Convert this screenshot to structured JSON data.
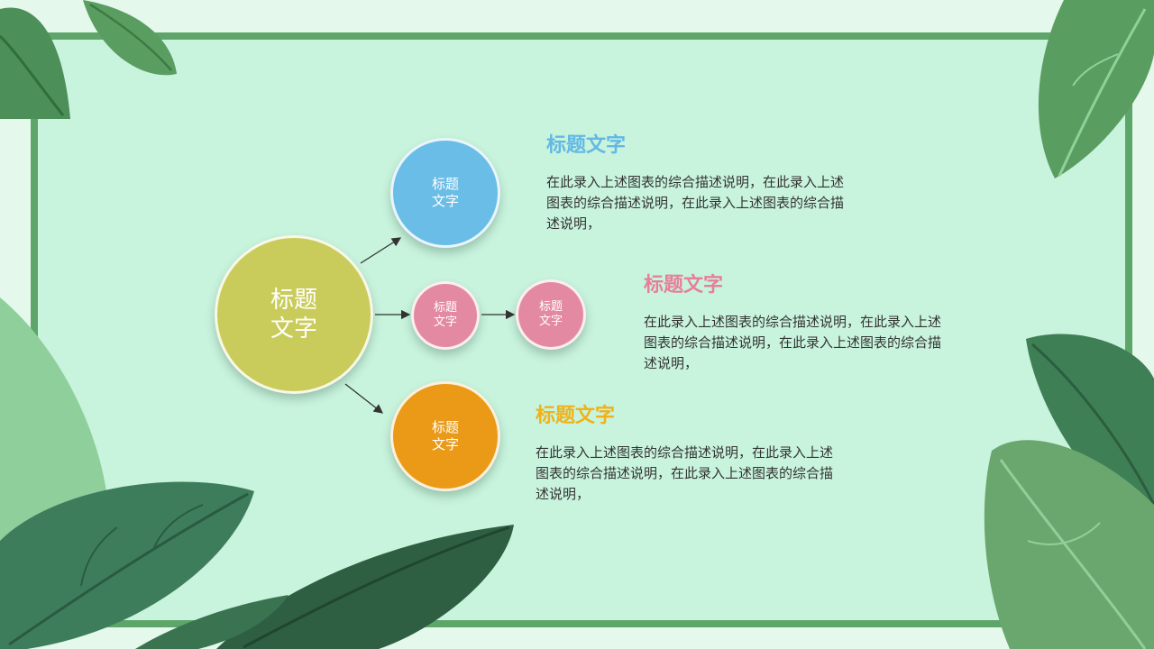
{
  "diagram": {
    "center_node": {
      "label": "标题\n文字",
      "color": "#c9cc5b"
    },
    "top_node": {
      "label": "标题\n文字",
      "color": "#6abde6"
    },
    "middle_node_1": {
      "label": "标题\n文字",
      "color": "#e38aa2"
    },
    "middle_node_2": {
      "label": "标题\n文字",
      "color": "#e38aa2"
    },
    "bottom_node": {
      "label": "标题\n文字",
      "color": "#ea9a17"
    }
  },
  "blocks": [
    {
      "heading": "标题文字",
      "color": "#63b8e4",
      "description": "在此录入上述图表的综合描述说明，在此录入上述图表的综合描述说明，在此录入上述图表的综合描述说明，"
    },
    {
      "heading": "标题文字",
      "color": "#e5809c",
      "description": "在此录入上述图表的综合描述说明，在此录入上述图表的综合描述说明，在此录入上述图表的综合描述说明，"
    },
    {
      "heading": "标题文字",
      "color": "#efb21a",
      "description": "在此录入上述图表的综合描述说明，在此录入上述图表的综合描述说明，在此录入上述图表的综合描述说明，"
    }
  ],
  "theme": {
    "background": "#c8f3dd",
    "frame": "#5ea56a",
    "leaf_dark": "#2f6e4c",
    "leaf_mid": "#4f9560",
    "leaf_light": "#6aa76e"
  }
}
